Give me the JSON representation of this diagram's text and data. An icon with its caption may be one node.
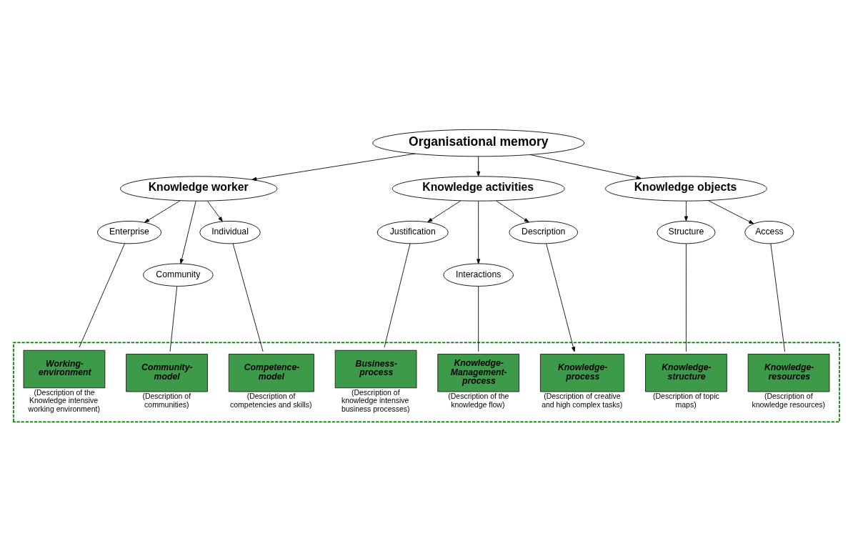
{
  "diagram": {
    "nodes": [
      {
        "text": [
          "Organisational memory"
        ]
      },
      {
        "text": [
          "Knowledge worker"
        ]
      },
      {
        "text": [
          "Knowledge activities"
        ]
      },
      {
        "text": [
          "Knowledge objects"
        ]
      },
      {
        "text": [
          "Enterprise"
        ]
      },
      {
        "text": [
          "Community"
        ]
      },
      {
        "text": [
          "Individual"
        ]
      },
      {
        "text": [
          "Justification"
        ]
      },
      {
        "text": [
          "Interactions"
        ]
      },
      {
        "text": [
          "Description"
        ]
      },
      {
        "text": [
          "Structure"
        ]
      },
      {
        "text": [
          "Access"
        ]
      },
      {
        "text": [],
        "shape": "box"
      },
      {
        "text": [
          "Working-environment"
        ],
        "in": 12,
        "beside": [
          "(Description of the Knowledge intensive working environment)"
        ]
      },
      {
        "text": [
          "Competence-model"
        ],
        "in": 12,
        "beside": [
          "(Description of competencies and skills)"
        ]
      },
      {
        "text": [
          "Knowledge-structure"
        ],
        "in": 12,
        "beside": [
          "(Description of topic maps)"
        ]
      },
      {
        "text": [
          "Knowledge-resources"
        ],
        "in": 12,
        "beside": [
          "(Description of knowledge resources)"
        ]
      },
      {
        "text": [
          "Community-model"
        ],
        "in": 12,
        "beside": [
          "(Description of communities)"
        ]
      },
      {
        "text": [
          "Knowledge-Management-process"
        ],
        "in": 12,
        "beside": [
          "(Description of the knowledge flow)"
        ]
      },
      {
        "text": [
          "Business-process"
        ],
        "in": 12,
        "beside": [
          "(Description of knowledge intensive business processes)"
        ]
      },
      {
        "text": [
          "Knowledge-process"
        ],
        "in": 12,
        "beside": [
          "(Description of creative and high complex tasks)"
        ]
      }
    ],
    "edges": [
      {
        "from": 0,
        "to": 1,
        "arrow": "to"
      },
      {
        "from": 0,
        "to": 2,
        "arrow": "to"
      },
      {
        "from": 0,
        "to": 3,
        "arrow": "to"
      },
      {
        "from": 1,
        "to": 4,
        "arrow": "to"
      },
      {
        "from": 1,
        "to": 5,
        "arrow": "to"
      },
      {
        "from": 1,
        "to": 6,
        "arrow": "to"
      },
      {
        "from": 2,
        "to": 7,
        "arrow": "to"
      },
      {
        "from": 2,
        "to": 8,
        "arrow": "to"
      },
      {
        "from": 2,
        "to": 9,
        "arrow": "to"
      },
      {
        "from": 3,
        "to": 10,
        "arrow": "to"
      },
      {
        "from": 3,
        "to": 11,
        "arrow": "to"
      },
      {
        "from": 4,
        "to": 13,
        "arrow": "none"
      },
      {
        "from": 5,
        "to": 17,
        "arrow": "none"
      },
      {
        "from": 6,
        "to": 14,
        "arrow": "none"
      },
      {
        "from": 7,
        "to": 19,
        "arrow": "none"
      },
      {
        "from": 8,
        "to": 18,
        "arrow": "none"
      },
      {
        "from": 9,
        "to": 20,
        "arrow": "to"
      },
      {
        "from": 10,
        "to": 15,
        "arrow": "none"
      },
      {
        "from": 11,
        "to": 16,
        "arrow": "none"
      }
    ]
  }
}
